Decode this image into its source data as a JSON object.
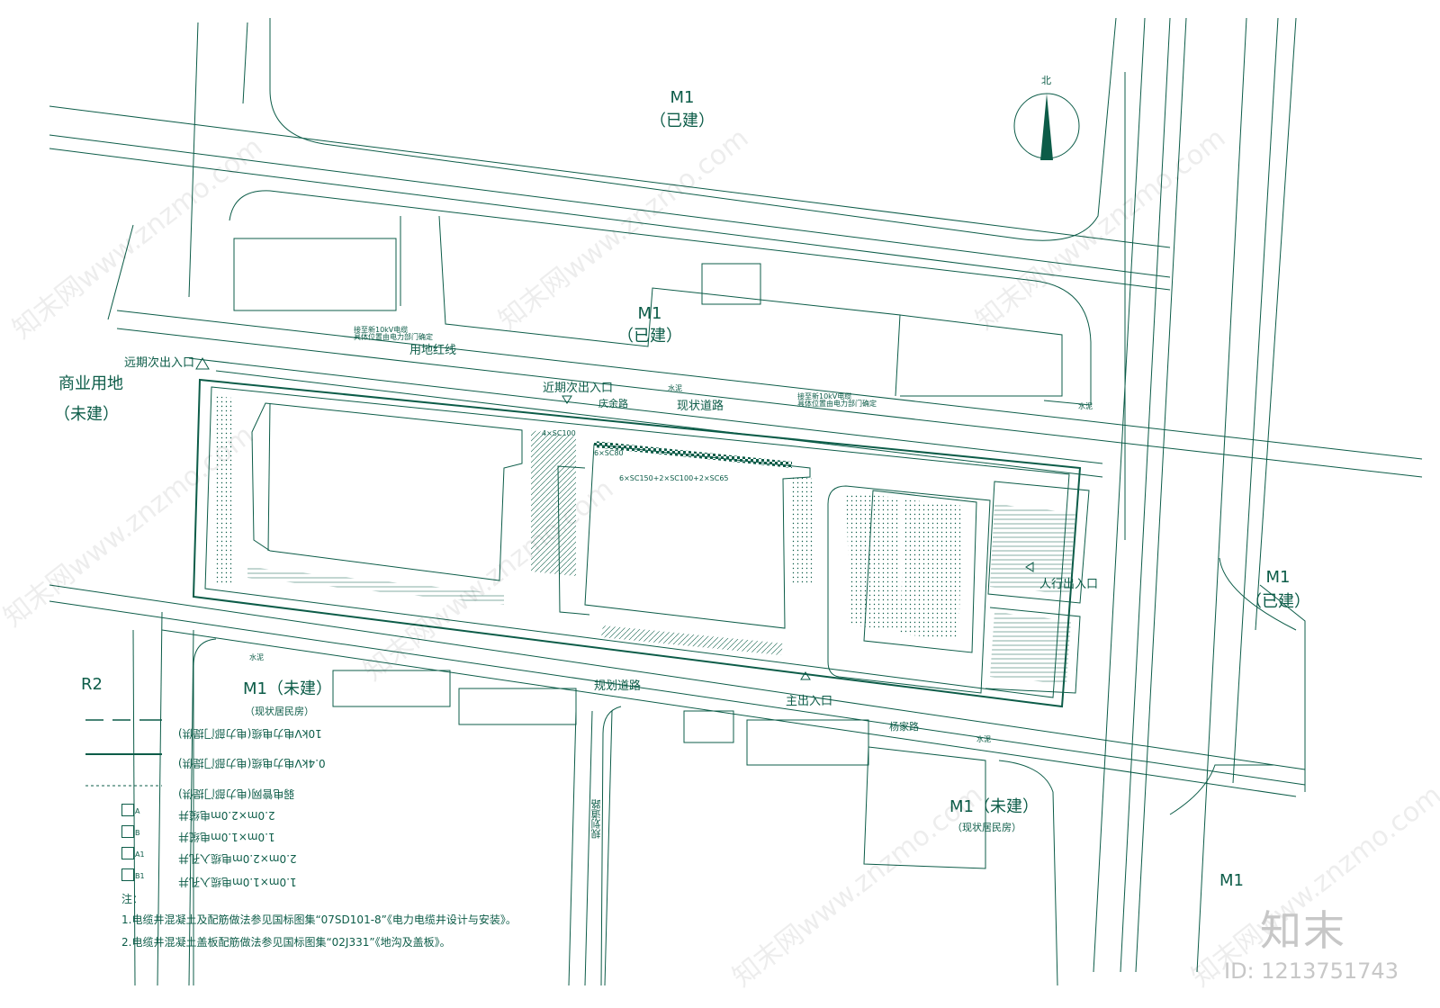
{
  "colors": {
    "line": "#0c5c48",
    "hatch": "#0c5c48",
    "watermark": "#c7c7c7"
  },
  "icons": {
    "north_arrow": "north-arrow-icon",
    "entrance": "entrance-triangle-icon"
  },
  "map": {
    "north": "北",
    "m1_built": "M1",
    "built_paren": "（已建）",
    "m1_unbuilt": "M1（未建）",
    "residents": "（现状居民房）",
    "commercial": "商业用地",
    "unbuilt_paren": "（未建）",
    "r2": "R2",
    "red_line": "用地红线",
    "future_entrance": "远期次出入口",
    "near_entrance": "近期次出入口",
    "existing_road": "现状道路",
    "qingyu_road": "庆余路",
    "planned_road": "规划道路",
    "main_entrance": "主出入口",
    "pedestrian_entrance": "人行出入口",
    "yangjia_road": "杨家路",
    "planned_road_vertical": "规划道路",
    "cement": "水泥",
    "note_10kv": "接至新10kV电缆\n具体位置由电力部门确定",
    "cable_spec_1": "6×SC150+2×SC100+2×SC65",
    "cable_spec_2": "4×SC100",
    "cable_spec_3": "6×SC80"
  },
  "legend": {
    "items": [
      "10kV电力电缆(电力部门提供)",
      "0.4kV电力电缆(电力部门提供)",
      "弱电管网(电力部门提供)",
      "2.0m×2.0m电缆井",
      "1.0m×1.0m电缆井",
      "2.0m×2.0m电缆入孔井",
      "1.0m×1.0m电缆入孔井"
    ],
    "box_labels": [
      "A",
      "B",
      "A1",
      "B1"
    ],
    "notes_title": "注：",
    "notes": [
      "1.电缆井混凝土及配筋做法参见国标图集“07SD101-8”《电力电缆井设计与安装》。",
      "2.电缆井混凝土盖板配筋做法参见国标图集“02J331”《地沟及盖板》。"
    ]
  },
  "watermark": {
    "brand": "知末",
    "id": "ID: 1213751743",
    "site": "知末网www.znzmo.com"
  }
}
